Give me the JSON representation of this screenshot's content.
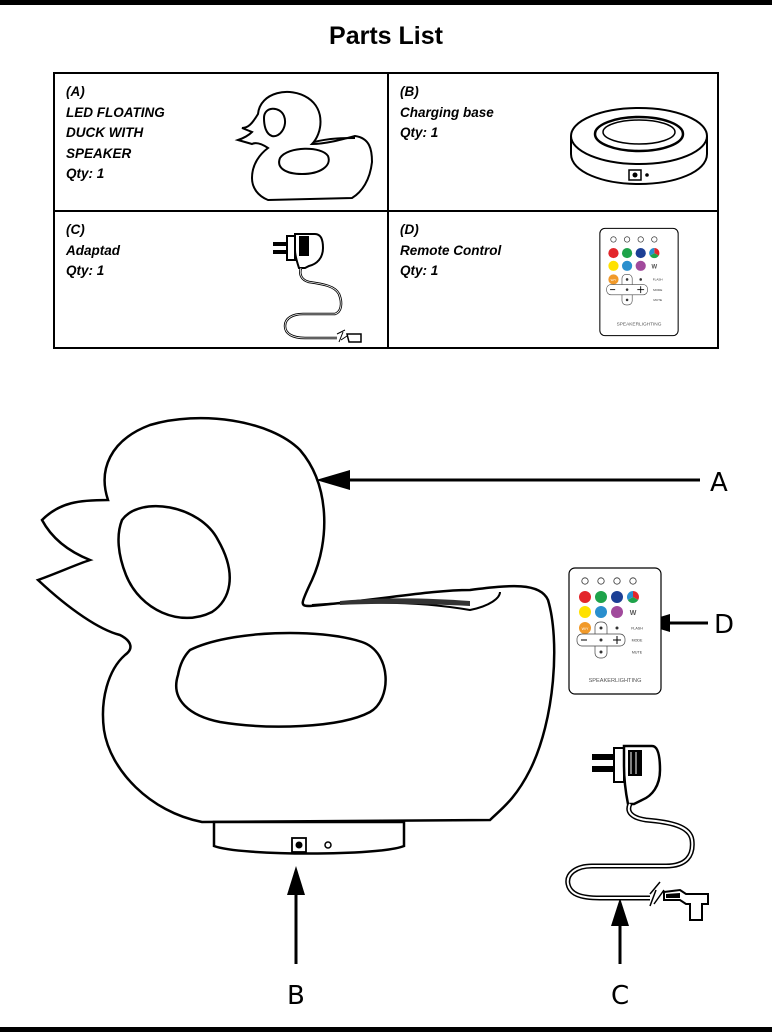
{
  "page": {
    "title": "Parts List"
  },
  "parts": [
    {
      "letter": "(A)",
      "lines": [
        "LED FLOATING",
        "DUCK WITH",
        "SPEAKER"
      ],
      "qty": "Qty: 1"
    },
    {
      "letter": "(B)",
      "lines": [
        "Charging base"
      ],
      "qty": "Qty: 1"
    },
    {
      "letter": "(C)",
      "lines": [
        "Adaptad"
      ],
      "qty": "Qty: 1"
    },
    {
      "letter": "(D)",
      "lines": [
        "Remote Control"
      ],
      "qty": "Qty: 1"
    }
  ],
  "diagram": {
    "labels": {
      "a": "A",
      "b": "B",
      "c": "C",
      "d": "D"
    }
  },
  "remote": {
    "brand": "SPEAKERLIGHTING",
    "white_key": "W",
    "color_keys": [
      "#e3262b",
      "#1ea34a",
      "#1c3f95",
      "#ffe100",
      "#2a8fce",
      "#a14a9c"
    ],
    "warm_key_color": "#f19a2a",
    "small_labels": [
      "W/Y",
      "FLASH",
      "MODE",
      "MUTE"
    ]
  },
  "colors": {
    "ink": "#000000",
    "paper": "#ffffff"
  }
}
